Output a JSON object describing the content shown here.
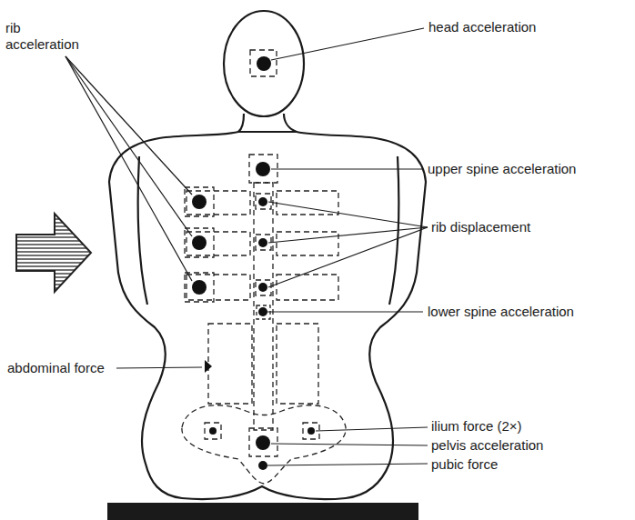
{
  "diagram": {
    "labels": [
      "head acceleration",
      "rib acceleration",
      "upper spine acceleration",
      "rib displacement",
      "lower spine acceleration",
      "abdominal force",
      "ilium force (2×)",
      "pelvis acceleration",
      "pubic force"
    ]
  }
}
